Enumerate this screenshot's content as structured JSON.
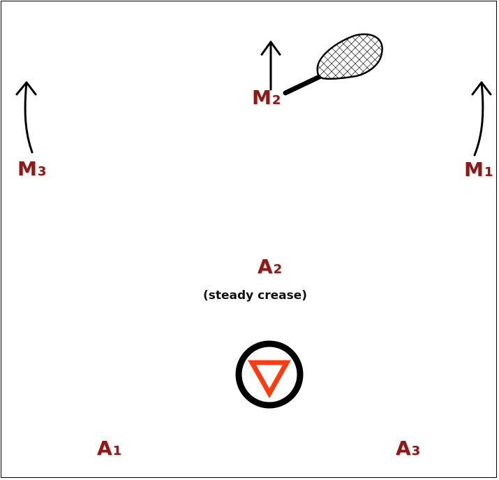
{
  "players": {
    "m1": {
      "letter": "M",
      "num": "1"
    },
    "m2": {
      "letter": "M",
      "num": "2"
    },
    "m3": {
      "letter": "M",
      "num": "3"
    },
    "a1": {
      "letter": "A",
      "num": "1"
    },
    "a2": {
      "letter": "A",
      "num": "2"
    },
    "a3": {
      "letter": "A",
      "num": "3"
    }
  },
  "notes": {
    "a2_role": "(steady crease)"
  },
  "icons": {
    "stick": "lacrosse-stick-icon",
    "goal": "goal-crease-icon",
    "arrow": "movement-arrow-icon"
  },
  "colors": {
    "player_label": "#8b1a1a",
    "goal_triangle": "#ff3b12",
    "lines": "#000000"
  }
}
